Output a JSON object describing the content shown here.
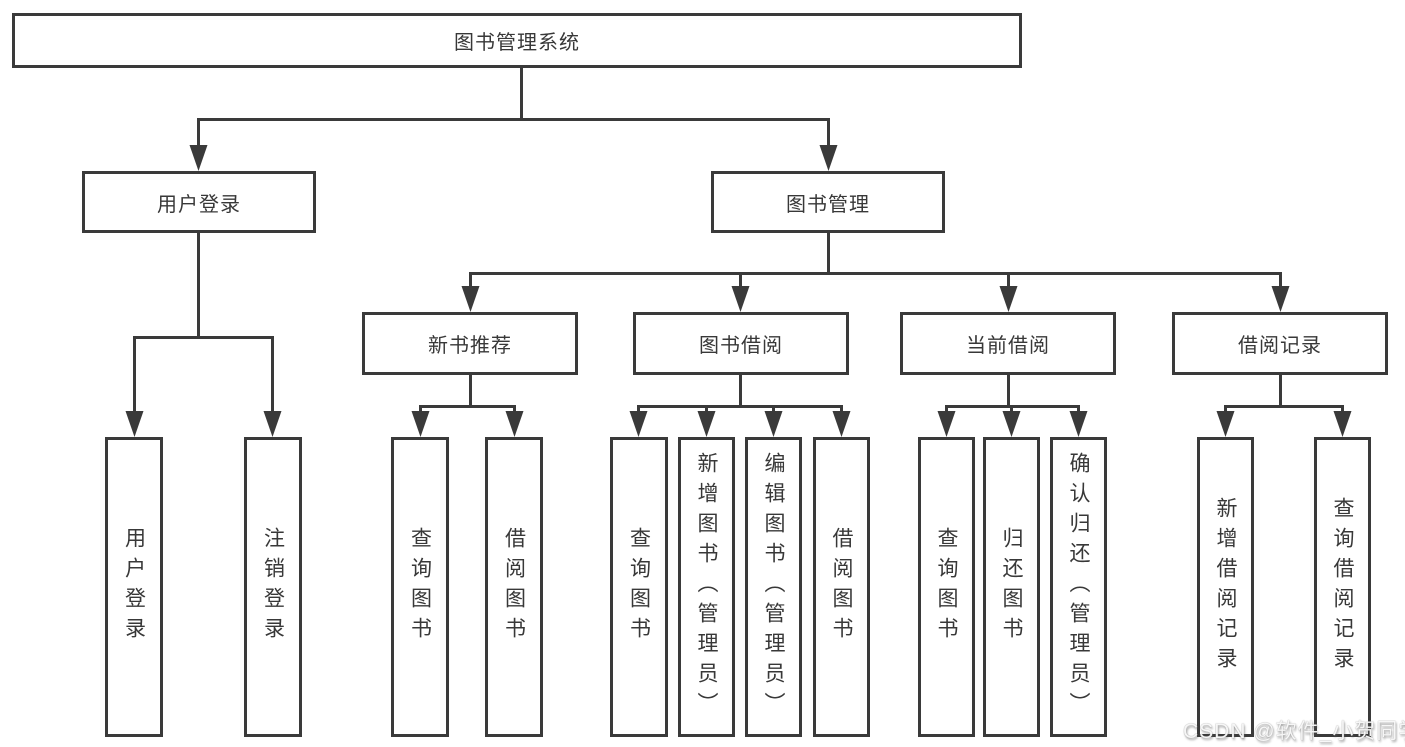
{
  "diagram": {
    "type": "hierarchy-tree",
    "line_color": "#3a3a3a",
    "box_fill": "#ffffff",
    "text_color": "#383838"
  },
  "tree": {
    "root": {
      "label": "图书管理系统"
    },
    "branches": [
      {
        "label": "用户登录",
        "children": [
          {
            "label": "用户登录"
          },
          {
            "label": "注销登录"
          }
        ]
      },
      {
        "label": "图书管理",
        "children": [
          {
            "label": "新书推荐",
            "children": [
              {
                "label": "查询图书"
              },
              {
                "label": "借阅图书"
              }
            ]
          },
          {
            "label": "图书借阅",
            "children": [
              {
                "label": "查询图书"
              },
              {
                "label": "新增图书（管理员）"
              },
              {
                "label": "编辑图书（管理员）"
              },
              {
                "label": "借阅图书"
              }
            ]
          },
          {
            "label": "当前借阅",
            "children": [
              {
                "label": "查询图书"
              },
              {
                "label": "归还图书"
              },
              {
                "label": "确认归还（管理员）"
              }
            ]
          },
          {
            "label": "借阅记录",
            "children": [
              {
                "label": "新增借阅记录"
              },
              {
                "label": "查询借阅记录"
              }
            ]
          }
        ]
      }
    ]
  },
  "watermark": "CSDN @软件_小贺同学"
}
